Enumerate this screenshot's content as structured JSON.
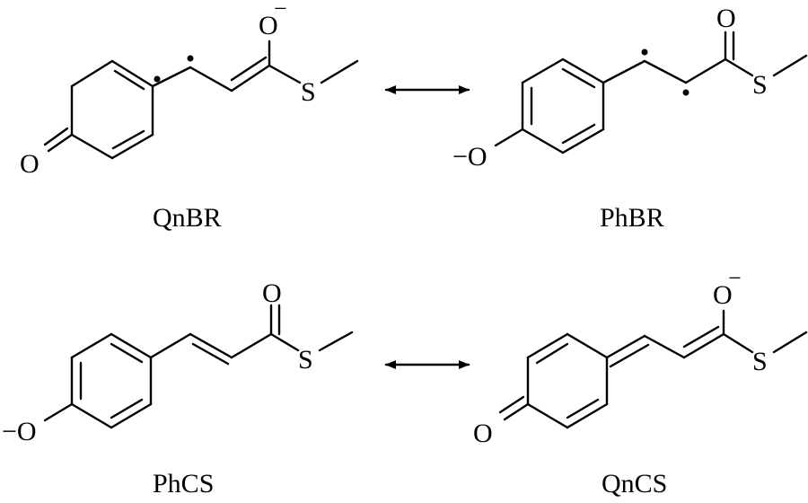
{
  "labels": {
    "qnbr": "QnBR",
    "phbr": "PhBR",
    "phcs": "PhCS",
    "qncs": "QnCS"
  },
  "atoms": {
    "oxygen": "O",
    "oxygen_anion": "−O",
    "sulfur": "S",
    "minus": "−"
  },
  "arrow_type": "double-headed resonance arrow",
  "colors": {
    "ink": "#000000",
    "background": "#ffffff"
  }
}
